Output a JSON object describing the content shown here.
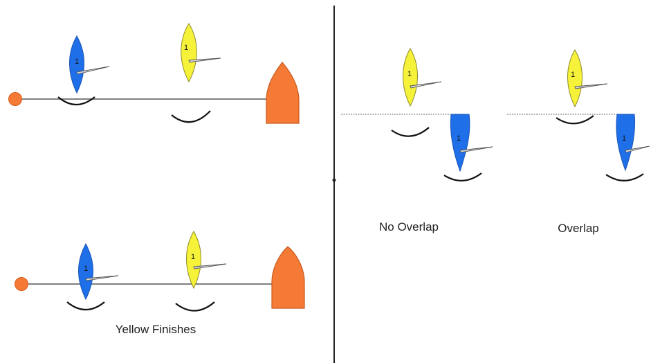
{
  "colors": {
    "blue_boat": "#1f6fe8",
    "yellow_boat": "#f5f239",
    "committee_boat": "#f47a35",
    "pin_buoy": "#f47a35",
    "line": "#555555",
    "hull_outline": "#3a3a3a"
  },
  "captions": {
    "yellow_finishes": "Yellow Finishes",
    "no_overlap": "No Overlap",
    "overlap": "Overlap"
  },
  "boats": [
    {
      "id": "top-blue",
      "color": "blue",
      "sail_number": "1"
    },
    {
      "id": "top-yellow",
      "color": "yellow",
      "sail_number": "1"
    },
    {
      "id": "bottom-blue",
      "color": "blue",
      "sail_number": "1"
    },
    {
      "id": "bottom-yellow",
      "color": "yellow",
      "sail_number": "1"
    },
    {
      "id": "no-overlap-yellow",
      "color": "yellow",
      "sail_number": "1"
    },
    {
      "id": "no-overlap-blue",
      "color": "blue",
      "sail_number": "1"
    },
    {
      "id": "overlap-yellow",
      "color": "yellow",
      "sail_number": "1"
    },
    {
      "id": "overlap-blue",
      "color": "blue",
      "sail_number": "1"
    }
  ]
}
